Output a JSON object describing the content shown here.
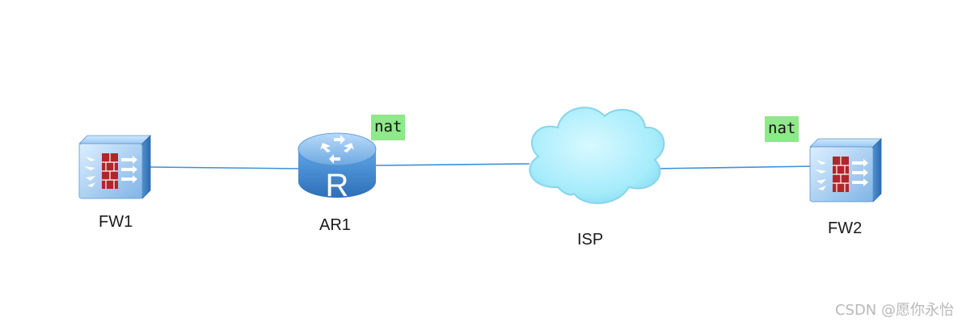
{
  "nodes": {
    "fw1": {
      "label": "FW1"
    },
    "ar1": {
      "label": "AR1",
      "tag": "nat",
      "icon_letter": "R"
    },
    "isp": {
      "label": "ISP"
    },
    "fw2": {
      "label": "FW2",
      "tag": "nat"
    }
  },
  "links": [
    {
      "from": "fw1",
      "to": "ar1"
    },
    {
      "from": "ar1",
      "to": "isp"
    },
    {
      "from": "isp",
      "to": "fw2"
    }
  ],
  "watermark": "CSDN @愿你永怡",
  "colors": {
    "link": "#3f8fd8",
    "tag_bg": "#8fe88a"
  }
}
